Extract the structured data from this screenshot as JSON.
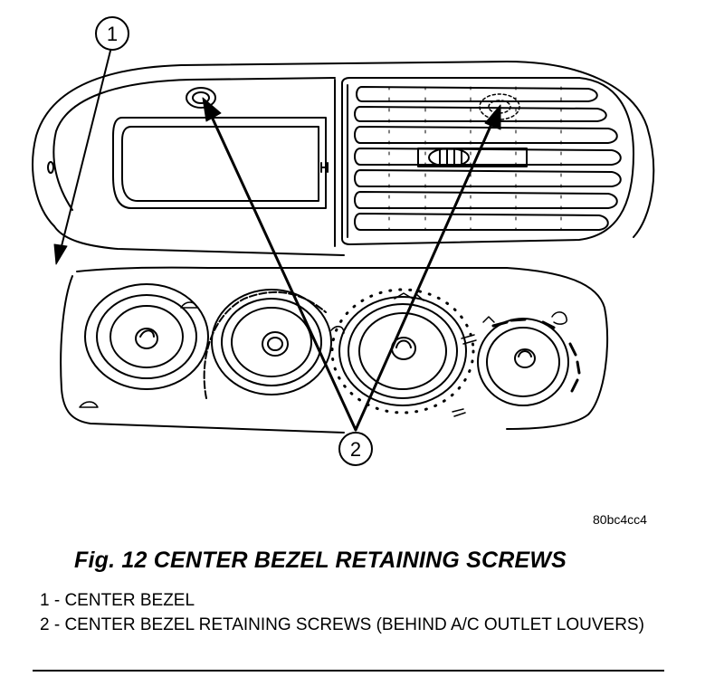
{
  "figure": {
    "callouts": [
      "1",
      "2"
    ],
    "code": "80bc4cc4",
    "caption": "Fig. 12 CENTER BEZEL RETAINING SCREWS",
    "legend": [
      "1 - CENTER BEZEL",
      "2 - CENTER BEZEL RETAINING SCREWS (BEHIND A/C OUTLET LOUVERS)"
    ]
  }
}
